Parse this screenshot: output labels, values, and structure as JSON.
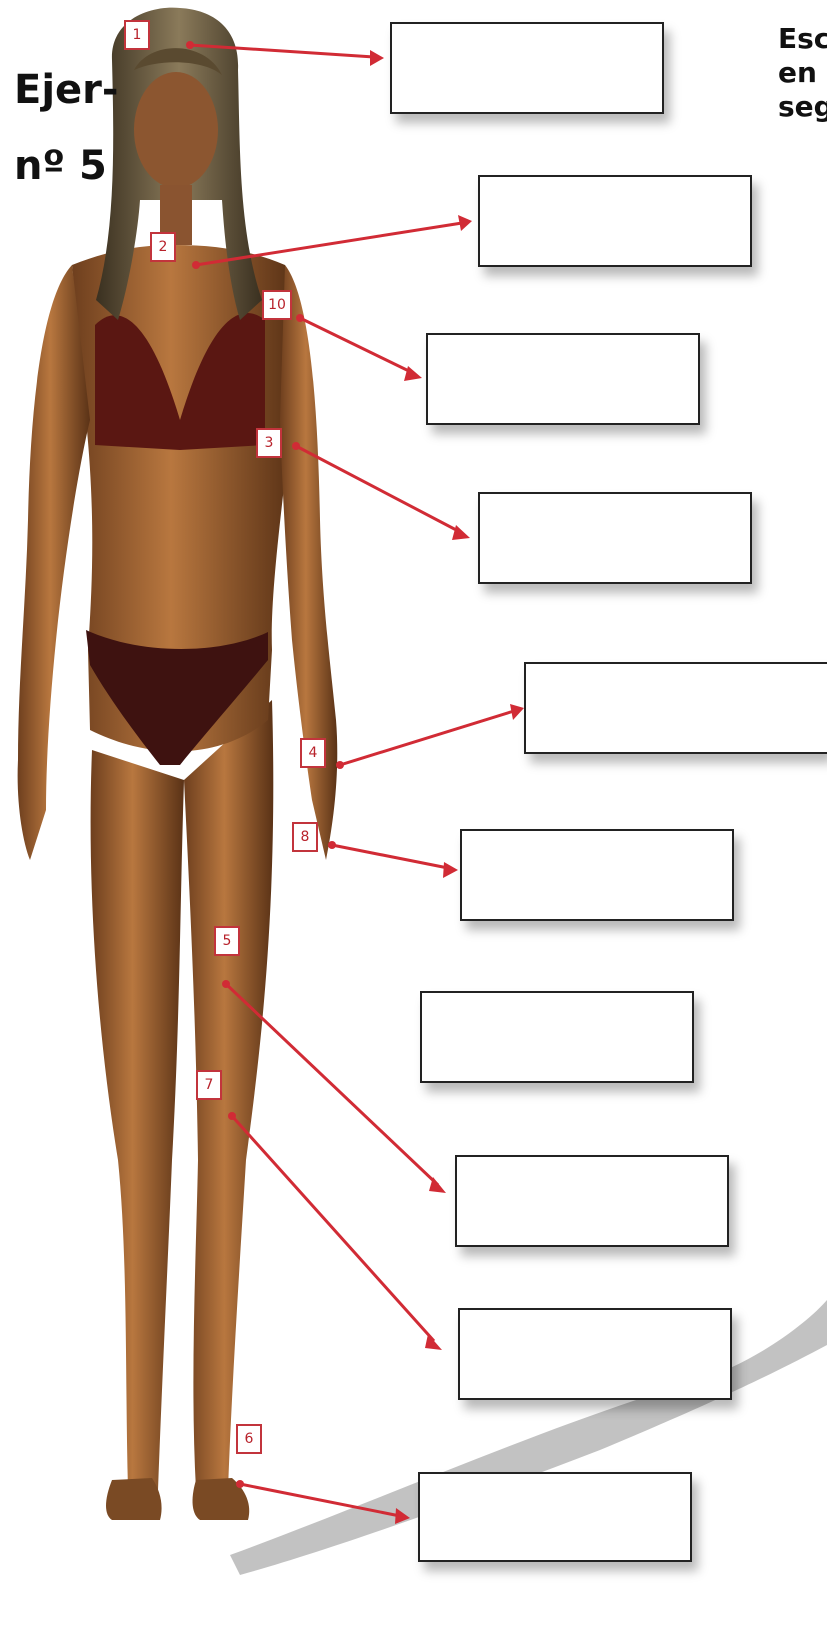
{
  "worksheet": {
    "title_line1": "Ejer-",
    "title_line2": "nº 5",
    "instruction_lines": [
      "Esc",
      "en",
      "seg"
    ]
  },
  "labels": [
    "1",
    "2",
    "10",
    "3",
    "4",
    "8",
    "5",
    "7",
    "6"
  ],
  "answer_boxes": [
    "",
    "",
    "",
    "",
    "",
    "",
    "",
    "",
    "",
    ""
  ],
  "colors": {
    "arrow": "#d12b35",
    "tag_border": "#c2343c",
    "skin": "#a9683a",
    "hair": "#6a5a40",
    "bikini": "#5a1712"
  }
}
